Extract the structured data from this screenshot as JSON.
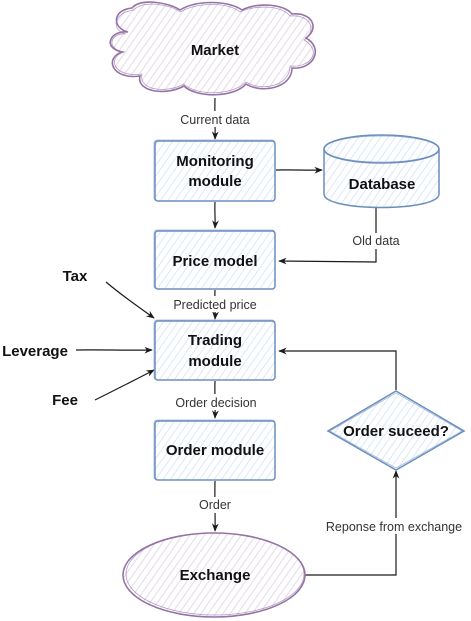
{
  "colors": {
    "box_stroke": "#6c8ebf",
    "box_fill": "#dae8fc",
    "cloud_stroke": "#9673a6",
    "cloud_fill": "#e1d5e7",
    "edge": "#1a1a1a"
  },
  "nodes": {
    "market": "Market",
    "monitoring_line1": "Monitoring",
    "monitoring_line2": "module",
    "database": "Database",
    "price_model": "Price model",
    "trading_line1": "Trading",
    "trading_line2": "module",
    "order_module": "Order module",
    "order_succeed": "Order suceed?",
    "exchange": "Exchange",
    "tax": "Tax",
    "leverage": "Leverage",
    "fee": "Fee"
  },
  "edges": {
    "current_data": "Current data",
    "old_data": "Old data",
    "predicted_price": "Predicted price",
    "order_decision": "Order decision",
    "order": "Order",
    "response_from_exchange": "Reponse from exchange"
  }
}
